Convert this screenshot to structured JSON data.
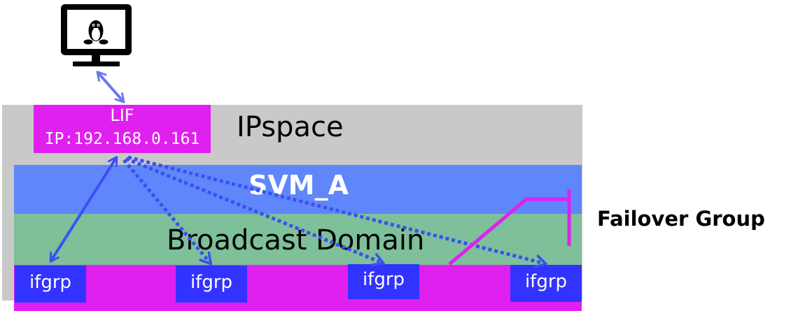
{
  "lif": {
    "title": "LIF",
    "ip": "IP:192.168.0.161"
  },
  "labels": {
    "ipspace": "IPspace",
    "svm": "SVM_A",
    "broadcast_domain": "Broadcast Domain",
    "failover_group": "Failover Group"
  },
  "ports": [
    {
      "label": "ifgrp"
    },
    {
      "label": "ifgrp"
    },
    {
      "label": "ifgrp"
    },
    {
      "label": "ifgrp"
    }
  ],
  "icons": {
    "client": "linux-monitor-icon"
  },
  "colors": {
    "ipspace": "#c9c9c9",
    "svm": "#5f86fb",
    "broadcast_domain": "#7dc09a",
    "lif_and_ports_strip": "#e020ef",
    "port": "#3333ff",
    "arrow": "#3c50f0",
    "client_arrow": "#6a78f0",
    "failover_bracket": "#e020ef"
  }
}
